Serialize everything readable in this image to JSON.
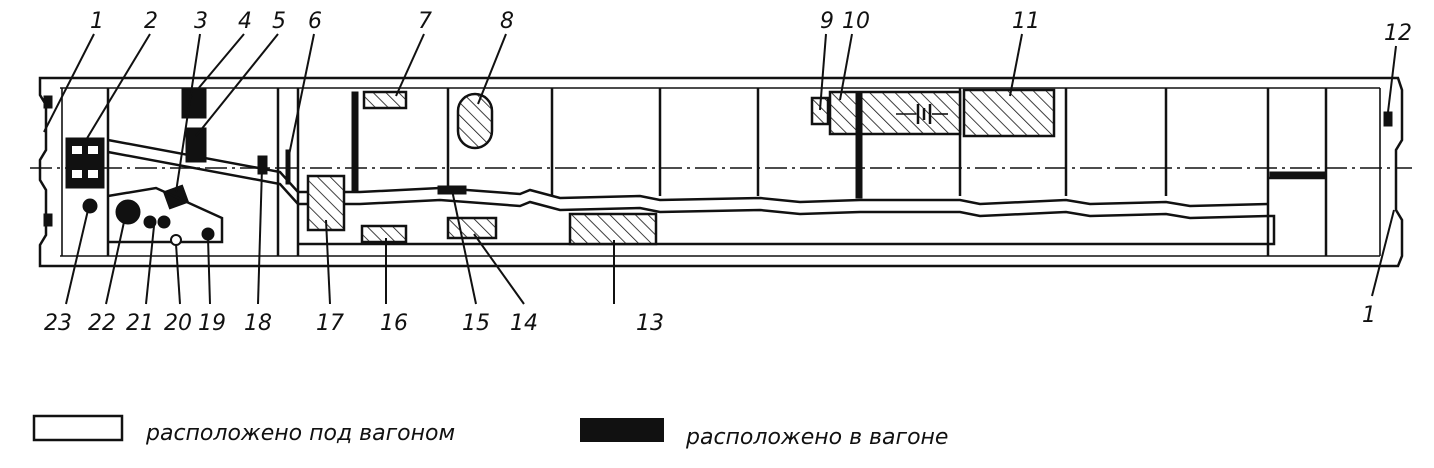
{
  "callouts": {
    "n1": "1",
    "n2": "2",
    "n3": "3",
    "n4": "4",
    "n5": "5",
    "n6": "6",
    "n7": "7",
    "n8": "8",
    "n9": "9",
    "n10": "10",
    "n11": "11",
    "n12": "12",
    "n13": "13",
    "n14": "14",
    "n15": "15",
    "n16": "16",
    "n17": "17",
    "n18": "18",
    "n19": "19",
    "n20": "20",
    "n21": "21",
    "n22": "22",
    "n23": "23",
    "n1b": "1"
  },
  "legend": {
    "under_car": "расположено под вагоном",
    "inside_car": "расположено в вагоне"
  },
  "colors": {
    "ink": "#111111",
    "background": "#ffffff"
  }
}
